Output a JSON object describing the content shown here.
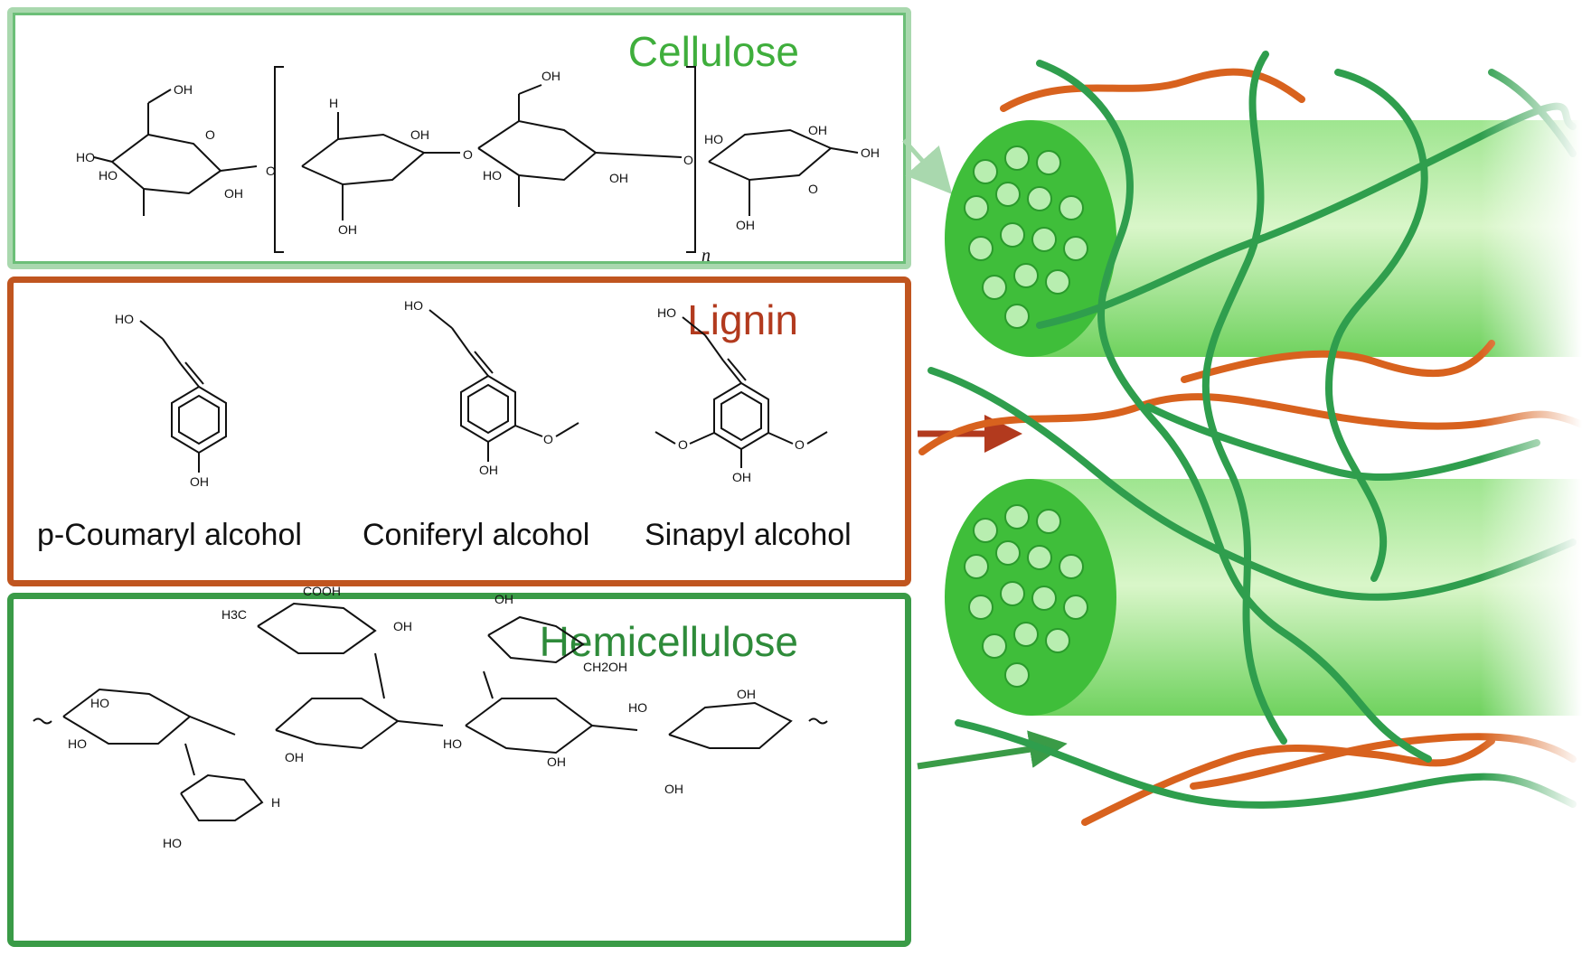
{
  "panels": {
    "cellulose": {
      "title": "Cellulose",
      "color": "#3fae3c",
      "repeat_label": "n"
    },
    "lignin": {
      "title": "Lignin",
      "color": "#b23a1e",
      "monomers": [
        "p-Coumaryl alcohol",
        "Coniferyl alcohol",
        "Sinapyl alcohol"
      ]
    },
    "hemicellulose": {
      "title": "Hemicellulose",
      "color": "#2e8b3a"
    }
  },
  "atoms": {
    "oh": "OH",
    "ho": "HO",
    "h": "H",
    "o": "O",
    "cooh": "COOH",
    "h3co": "H3C",
    "ch2oh": "CH2OH"
  },
  "colors": {
    "cellulose_fiber": "#5fd35a",
    "lignin_strand": "#d8621e",
    "hemicellulose_strand": "#2f9e4d"
  }
}
